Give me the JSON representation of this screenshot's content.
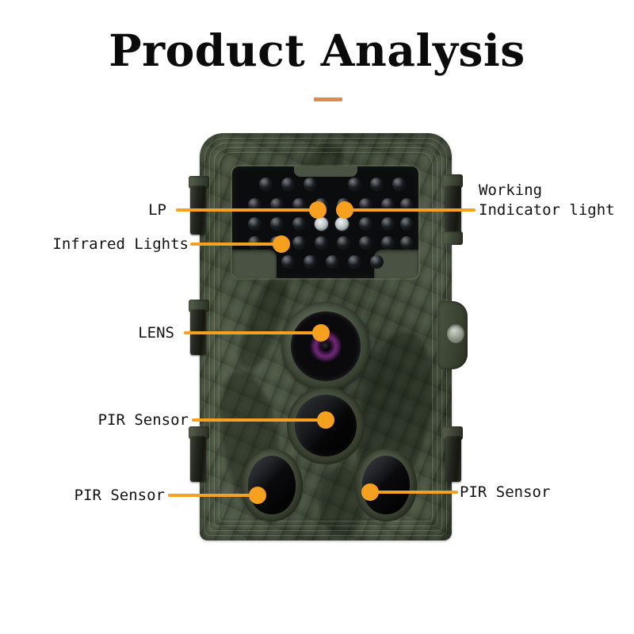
{
  "header": {
    "title": "Product Analysis",
    "divider_color": "#e08b4e"
  },
  "theme": {
    "accent_orange": "#f5a01e",
    "divider_orange": "#e08b4e",
    "body_camo_green": "#4a5244",
    "panel_black": "#0b0c0d",
    "lens_violet": "#6d2a74",
    "text_black": "#121212",
    "background": "#ffffff"
  },
  "product": {
    "name": "trail-camera",
    "view": "front"
  },
  "callouts": [
    {
      "id": "lp",
      "label": "LP",
      "side": "left",
      "target": "ir-panel-top-row"
    },
    {
      "id": "infrared-lights",
      "label": "Infrared Lights",
      "side": "left",
      "target": "ir-led-array"
    },
    {
      "id": "working-indicator-light",
      "label_line1": "Working",
      "label_line2": "Indicator light",
      "side": "right",
      "target": "indicator-led"
    },
    {
      "id": "lens",
      "label": "LENS",
      "side": "left",
      "target": "camera-lens"
    },
    {
      "id": "pir-sensor-mid",
      "label": "PIR Sensor",
      "side": "left",
      "target": "pir-sensor-middle"
    },
    {
      "id": "pir-sensor-bottom-left",
      "label": "PIR Sensor",
      "side": "left",
      "target": "pir-sensor-lower-left"
    },
    {
      "id": "pir-sensor-bottom-right",
      "label": "PIR Sensor",
      "side": "right",
      "target": "pir-sensor-lower-right"
    }
  ]
}
